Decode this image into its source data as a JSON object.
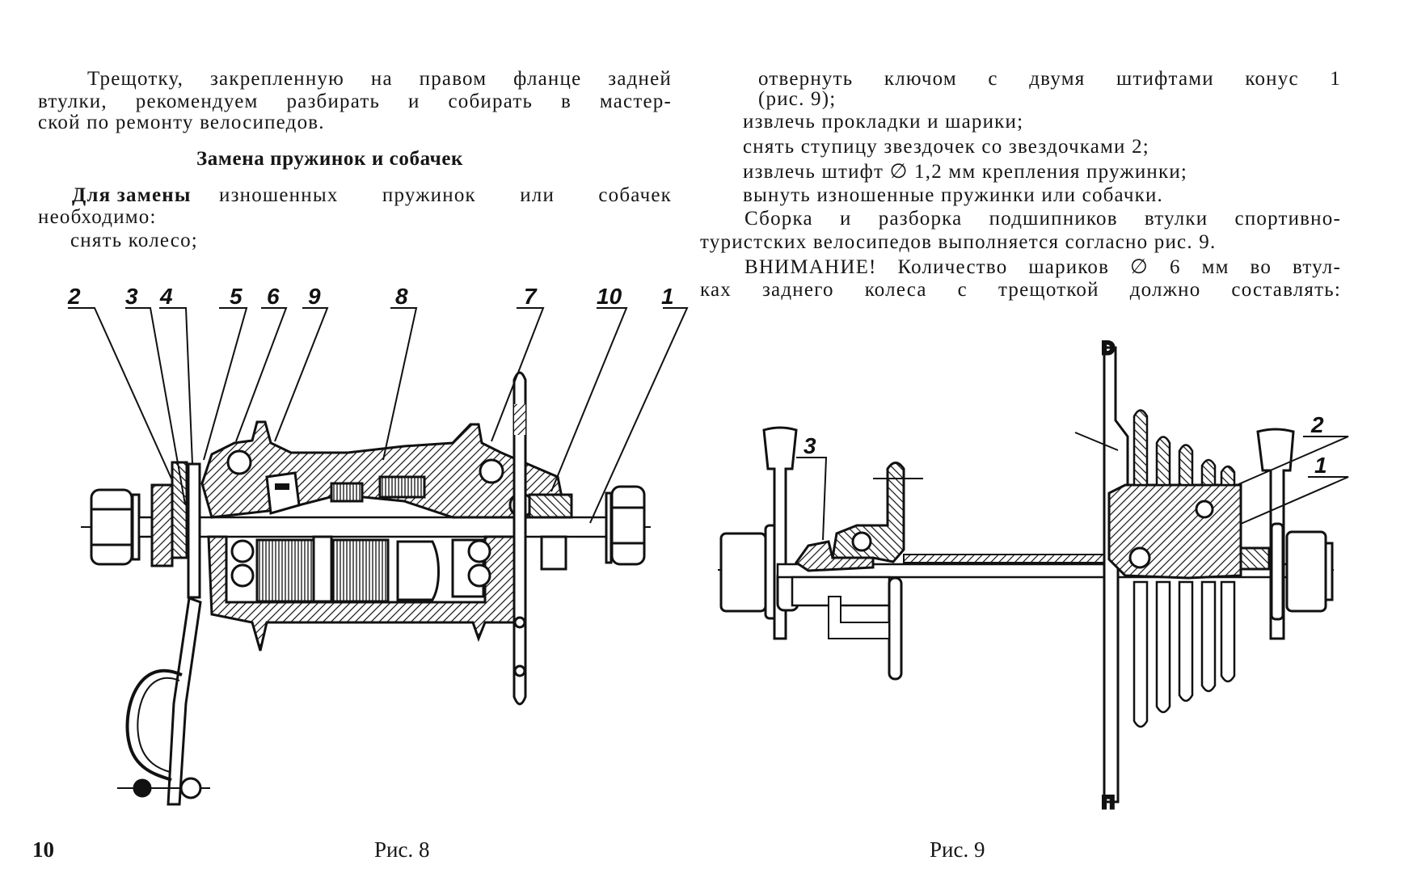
{
  "left_column": {
    "paragraph1": [
      "Трещотку, закрепленную на правом фланце задней",
      "втулки, рекомендуем разбирать и собирать в мастер-",
      "ской по ремонту велосипедов."
    ],
    "heading": "Замена пружинок и собачек",
    "paragraph2_lead": "Для замены",
    "paragraph2": [
      "изношенных пружинок или собачек",
      "необходимо:",
      "снять колесо;"
    ]
  },
  "right_column": {
    "lines": [
      "отвернуть ключом с двумя штифтами конус 1",
      "(рис. 9);",
      "извлечь прокладки и шарики;",
      "снять ступицу звездочек со звездочками 2;",
      "извлечь штифт ∅ 1,2 мм крепления пружинки;",
      "вынуть изношенные пружинки или собачки.",
      "Сборка и разборка подшипников втулки спортивно-",
      "туристских велосипедов выполняется согласно рис. 9.",
      "ВНИМАНИЕ! Количество шариков ∅ 6 мм во втул-",
      "ках заднего колеса с трещоткой должно составлять:"
    ]
  },
  "figure8": {
    "caption": "Рис. 8",
    "labels": [
      "2",
      "3",
      "4",
      "5",
      "6",
      "9",
      "8",
      "7",
      "10",
      "1"
    ]
  },
  "figure9": {
    "caption": "Рис. 9",
    "labels": [
      "3",
      "2",
      "1"
    ]
  },
  "page_number": "10"
}
